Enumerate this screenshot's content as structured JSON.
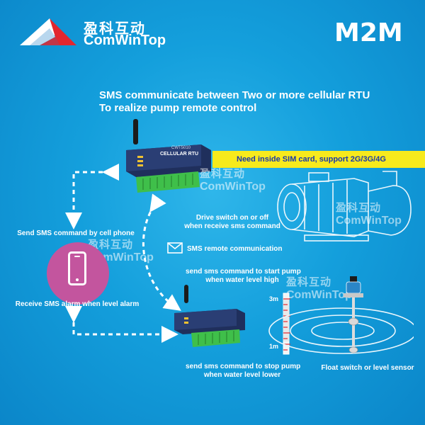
{
  "header": {
    "brand_cn": "盈科互动",
    "brand_en": "ComWinTop",
    "tag": "M2M"
  },
  "headline": {
    "line1": "SMS communicate between Two or more cellular RTU",
    "line2": "To realize pump remote control"
  },
  "banner": "Need inside SIM card, support 2G/3G/4G",
  "device": {
    "brand": "CWT5010",
    "model": "CELLULAR RTU"
  },
  "captions": {
    "drive_l1": "Drive switch on or off",
    "drive_l2": "when receive sms command",
    "send_phone": "Send SMS command by cell phone",
    "sms_remote": "SMS remote communication",
    "receive_alarm": "Receive SMS alarm when level alarm",
    "start_l1": "send sms command to start pump",
    "start_l2": "when water level high",
    "stop_l1": "send sms command to stop pump",
    "stop_l2": "when water level lower",
    "float": "Float switch or level sensor"
  },
  "gauge": {
    "top_label": "3m",
    "bottom_label": "1m"
  },
  "watermark": {
    "cn": "盈科互动",
    "en": "ComWinTop"
  },
  "colors": {
    "background": "#149fdc",
    "banner": "#f7ea1c",
    "banner_text": "#1b3aa8",
    "bubble": "#c3559e",
    "terminal": "#3fbf4a",
    "device_body": "#2a3e74"
  }
}
